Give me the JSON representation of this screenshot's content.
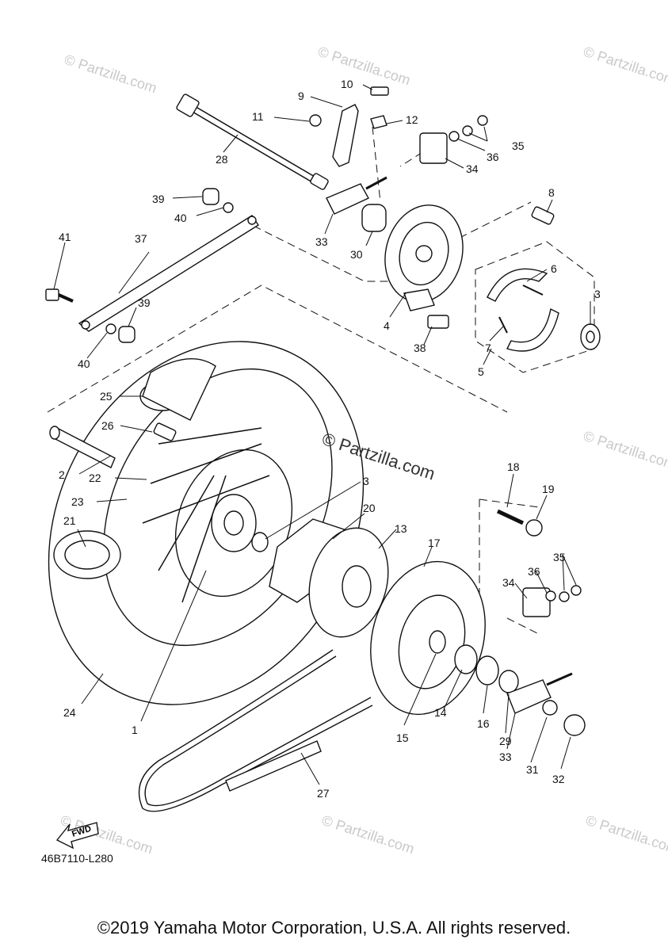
{
  "diagram_code": "46B7110-L280",
  "fwd_label": "FWD",
  "copyright": "©2019 Yamaha Motor Corporation, U.S.A. All rights reserved.",
  "watermark_center": "© Partzilla.com",
  "watermark_small": "© Partzilla.com",
  "callouts": [
    "1",
    "2",
    "3",
    "3",
    "4",
    "5",
    "6",
    "7",
    "8",
    "9",
    "10",
    "11",
    "12",
    "13",
    "14",
    "15",
    "16",
    "17",
    "18",
    "19",
    "20",
    "21",
    "22",
    "23",
    "24",
    "25",
    "26",
    "27",
    "28",
    "29",
    "30",
    "31",
    "32",
    "33",
    "33",
    "34",
    "34",
    "35",
    "35",
    "36",
    "36",
    "37",
    "38",
    "39",
    "39",
    "40",
    "40",
    "41"
  ]
}
